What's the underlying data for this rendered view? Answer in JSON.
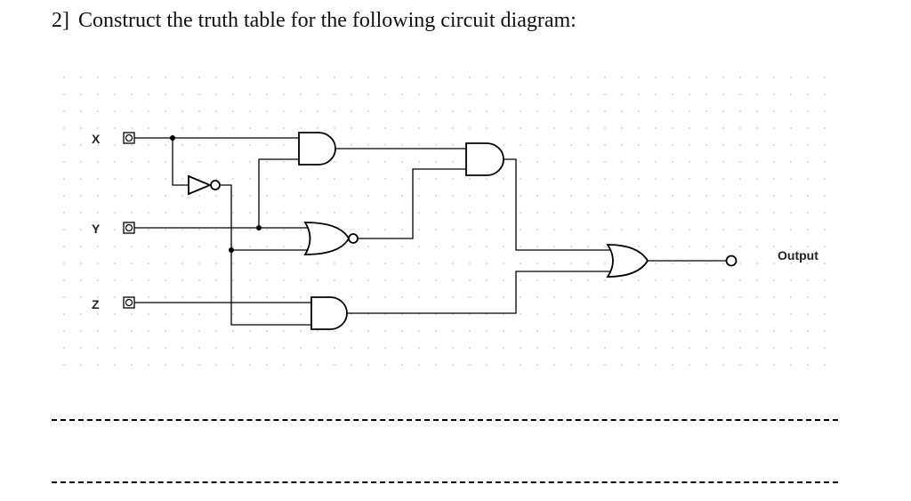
{
  "question": {
    "number": "2]",
    "text": "Construct the truth table for the following circuit diagram:"
  },
  "circuit": {
    "inputs": [
      {
        "label": "X"
      },
      {
        "label": "Y"
      },
      {
        "label": "Z"
      }
    ],
    "output_label": "Output",
    "gates": [
      {
        "type": "AND",
        "inputs": [
          "X",
          "Y"
        ]
      },
      {
        "type": "NOT",
        "inputs": [
          "X"
        ]
      },
      {
        "type": "NOR",
        "inputs": [
          "Y",
          "NOT X"
        ]
      },
      {
        "type": "AND",
        "inputs": [
          "NOT X",
          "Z"
        ]
      },
      {
        "type": "AND",
        "inputs": [
          "AND(X,Y)",
          "NOR(Y, NOT X)"
        ]
      },
      {
        "type": "OR",
        "inputs": [
          "AND(AND(X,Y), NOR)",
          "AND(NOT X, Z)"
        ]
      }
    ]
  },
  "answer_lines": 2,
  "colors": {
    "ink": "#000000",
    "grid_dot": "#c8c8c8",
    "background": "#ffffff"
  }
}
